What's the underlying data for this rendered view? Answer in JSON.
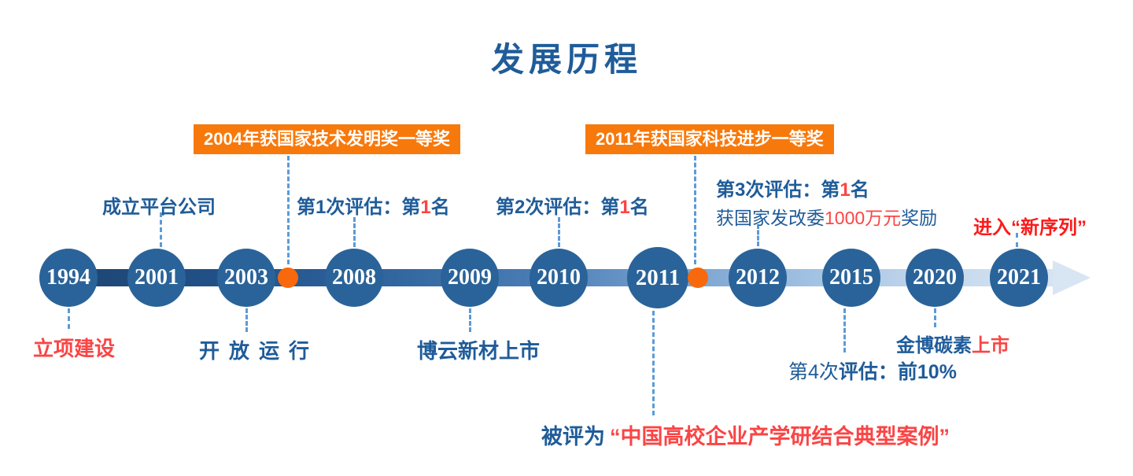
{
  "title": "发展历程",
  "colors": {
    "dark_blue": "#1f5c99",
    "circle_blue": "#2a6399",
    "bar_dark": "#1b4470",
    "bar_light": "#d6e4f2",
    "banner_orange": "#f7790b",
    "dot_orange": "#f8680c",
    "accent_red": "#fa4545",
    "bright_red": "#fb1b1b",
    "dash_blue": "#5b9bd5"
  },
  "banners": [
    {
      "label": "2004年获国家技术发明奖一等奖"
    },
    {
      "label": "2011年获国家科技进步一等奖"
    }
  ],
  "timeline": {
    "years": [
      "1994",
      "2001",
      "2003",
      "2008",
      "2009",
      "2010",
      "2011",
      "2012",
      "2015",
      "2020",
      "2021"
    ]
  },
  "annotations": {
    "founding_company": "成立平台公司",
    "eval1": {
      "prefix": "第1次评估：第",
      "highlight": "1",
      "suffix": "名"
    },
    "eval2": {
      "prefix": "第2次评估：第",
      "highlight": "1",
      "suffix": "名"
    },
    "eval3": {
      "prefix": "第3次评估：第",
      "highlight": "1",
      "suffix": "名"
    },
    "ndrc_award": {
      "prefix": "获国家发改委",
      "highlight": "1000万元",
      "suffix": "奖励"
    },
    "new_sequence": "进入“新序列”",
    "project_start": "立项建设",
    "open_operation": "开放运行",
    "boyun_listing": "博云新材上市",
    "case_award": {
      "prefix": "被评为",
      "highlight": "“中国高校企业产学研结合典型案例”"
    },
    "eval4": {
      "prefix": "第4次",
      "emphasis": "评估：前10%"
    },
    "jinbo_listing": {
      "prefix": "金博碳素",
      "highlight": "上市"
    }
  }
}
